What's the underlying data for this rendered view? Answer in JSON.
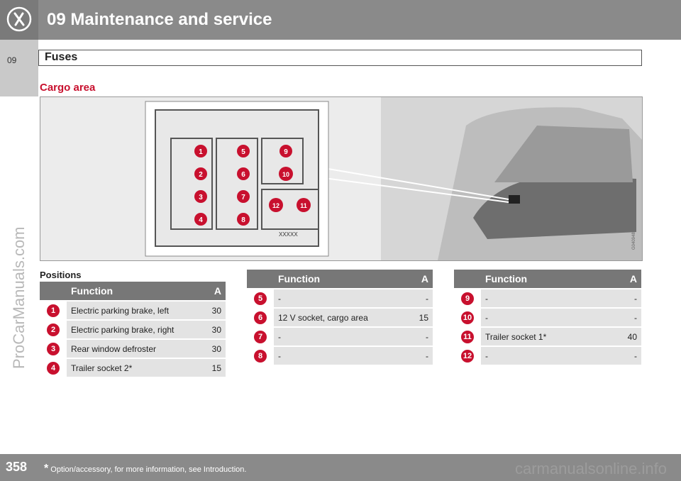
{
  "header": {
    "title": "09 Maintenance and service"
  },
  "sidebar": {
    "chapter": "09"
  },
  "section_bar": {
    "title": "Fuses"
  },
  "section": {
    "title": "Cargo area"
  },
  "figure": {
    "fuse_numbers": [
      "1",
      "2",
      "3",
      "4",
      "5",
      "6",
      "7",
      "8",
      "9",
      "10",
      "11",
      "12"
    ],
    "box_label": "XXXXX",
    "photo_code": "G040948"
  },
  "positions_label": "Positions",
  "tables": [
    {
      "header": {
        "function": "Function",
        "amp": "A"
      },
      "rows": [
        {
          "num": "1",
          "function": "Electric parking brake, left",
          "amp": "30"
        },
        {
          "num": "2",
          "function": "Electric parking brake, right",
          "amp": "30"
        },
        {
          "num": "3",
          "function": "Rear window defroster",
          "amp": "30"
        },
        {
          "num": "4",
          "function": "Trailer socket 2*",
          "amp": "15"
        }
      ]
    },
    {
      "header": {
        "function": "Function",
        "amp": "A"
      },
      "rows": [
        {
          "num": "5",
          "function": "-",
          "amp": "-"
        },
        {
          "num": "6",
          "function": "12 V socket, cargo area",
          "amp": "15"
        },
        {
          "num": "7",
          "function": "-",
          "amp": "-"
        },
        {
          "num": "8",
          "function": "-",
          "amp": "-"
        }
      ]
    },
    {
      "header": {
        "function": "Function",
        "amp": "A"
      },
      "rows": [
        {
          "num": "9",
          "function": "-",
          "amp": "-"
        },
        {
          "num": "10",
          "function": "-",
          "amp": "-"
        },
        {
          "num": "11",
          "function": "Trailer socket 1*",
          "amp": "40"
        },
        {
          "num": "12",
          "function": "-",
          "amp": "-"
        }
      ]
    }
  ],
  "footer": {
    "page": "358",
    "asterisk": "*",
    "note": "Option/accessory, for more information, see Introduction.",
    "site": "carmanualsonline.info"
  },
  "watermark": "ProCarManuals.com",
  "colors": {
    "header_gray": "#8a8a8a",
    "accent_red": "#c8102e",
    "table_header": "#777777",
    "cell_bg": "#e3e3e3"
  }
}
